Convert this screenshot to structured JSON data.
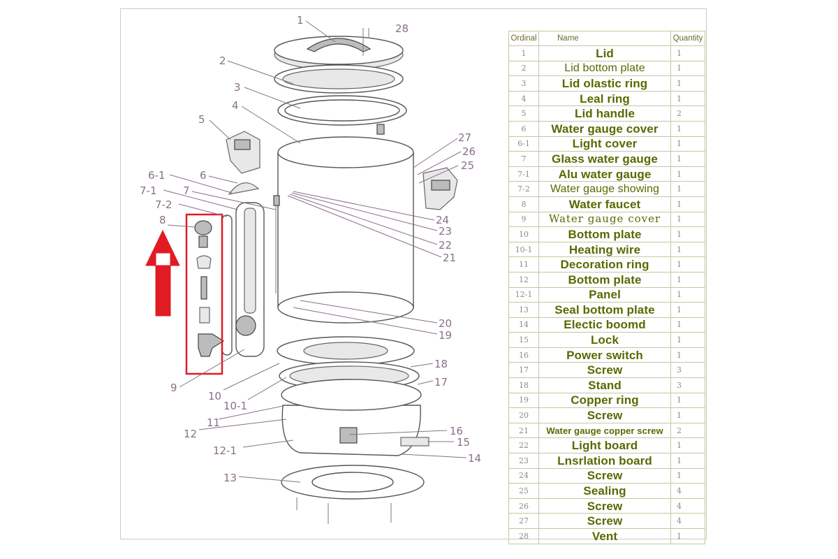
{
  "table": {
    "headers": {
      "ordinal": "Ordinal",
      "name": "Name",
      "quantity": "Quantity"
    },
    "rows": [
      {
        "ordinal": "1",
        "name": "Lid",
        "quantity": "1"
      },
      {
        "ordinal": "2",
        "name": "Lid bottom plate",
        "quantity": "1"
      },
      {
        "ordinal": "3",
        "name": "Lid olastic ring",
        "quantity": "1"
      },
      {
        "ordinal": "4",
        "name": "Leal ring",
        "quantity": "1"
      },
      {
        "ordinal": "5",
        "name": "Lid handle",
        "quantity": "2"
      },
      {
        "ordinal": "6",
        "name": "Water gauge cover",
        "quantity": "1"
      },
      {
        "ordinal": "6-1",
        "name": "Light cover",
        "quantity": "1"
      },
      {
        "ordinal": "7",
        "name": "Glass water gauge",
        "quantity": "1"
      },
      {
        "ordinal": "7-1",
        "name": "Alu water gauge",
        "quantity": "1"
      },
      {
        "ordinal": "7-2",
        "name": "Water gauge showing",
        "quantity": "1"
      },
      {
        "ordinal": "8",
        "name": "Water faucet",
        "quantity": "1"
      },
      {
        "ordinal": "9",
        "name": "Water gauge cover",
        "quantity": "1"
      },
      {
        "ordinal": "10",
        "name": "Bottom plate",
        "quantity": "1"
      },
      {
        "ordinal": "10-1",
        "name": "Heating wire",
        "quantity": "1"
      },
      {
        "ordinal": "11",
        "name": "Decoration ring",
        "quantity": "1"
      },
      {
        "ordinal": "12",
        "name": "Bottom plate",
        "quantity": "1"
      },
      {
        "ordinal": "12-1",
        "name": "Panel",
        "quantity": "1"
      },
      {
        "ordinal": "13",
        "name": "Seal bottom plate",
        "quantity": "1"
      },
      {
        "ordinal": "14",
        "name": "Electic boomd",
        "quantity": "1"
      },
      {
        "ordinal": "15",
        "name": "Lock",
        "quantity": "1"
      },
      {
        "ordinal": "16",
        "name": "Power switch",
        "quantity": "1"
      },
      {
        "ordinal": "17",
        "name": "Screw",
        "quantity": "3"
      },
      {
        "ordinal": "18",
        "name": "Stand",
        "quantity": "3"
      },
      {
        "ordinal": "19",
        "name": "Copper ring",
        "quantity": "1"
      },
      {
        "ordinal": "20",
        "name": "Screw",
        "quantity": "1"
      },
      {
        "ordinal": "21",
        "name": "Water gauge copper screw",
        "quantity": "2"
      },
      {
        "ordinal": "22",
        "name": "Light board",
        "quantity": "1"
      },
      {
        "ordinal": "23",
        "name": "Lnsrlation board",
        "quantity": "1"
      },
      {
        "ordinal": "24",
        "name": "Screw",
        "quantity": "1"
      },
      {
        "ordinal": "25",
        "name": "Sealing",
        "quantity": "4"
      },
      {
        "ordinal": "26",
        "name": "Screw",
        "quantity": "4"
      },
      {
        "ordinal": "27",
        "name": "Screw",
        "quantity": "4"
      },
      {
        "ordinal": "28",
        "name": "Vent",
        "quantity": "1"
      }
    ]
  },
  "callouts": {
    "c1": "1",
    "c2": "2",
    "c3": "3",
    "c4": "4",
    "c5": "5",
    "c6": "6",
    "c6_1": "6-1",
    "c7": "7",
    "c7_1": "7-1",
    "c7_2": "7-2",
    "c8": "8",
    "c9": "9",
    "c10": "10",
    "c10_1": "10-1",
    "c11": "11",
    "c12": "12",
    "c12_1": "12-1",
    "c13": "13",
    "c14": "14",
    "c15": "15",
    "c16": "16",
    "c17": "17",
    "c18": "18",
    "c19": "19",
    "c20": "20",
    "c21": "21",
    "c22": "22",
    "c23": "23",
    "c24": "24",
    "c25": "25",
    "c26": "26",
    "c27": "27",
    "c28": "28"
  },
  "colors": {
    "highlight_box": "#e01b24",
    "arrow": "#e01b24",
    "table_text": "#556b00",
    "callout_text": "#8a6f8a"
  }
}
